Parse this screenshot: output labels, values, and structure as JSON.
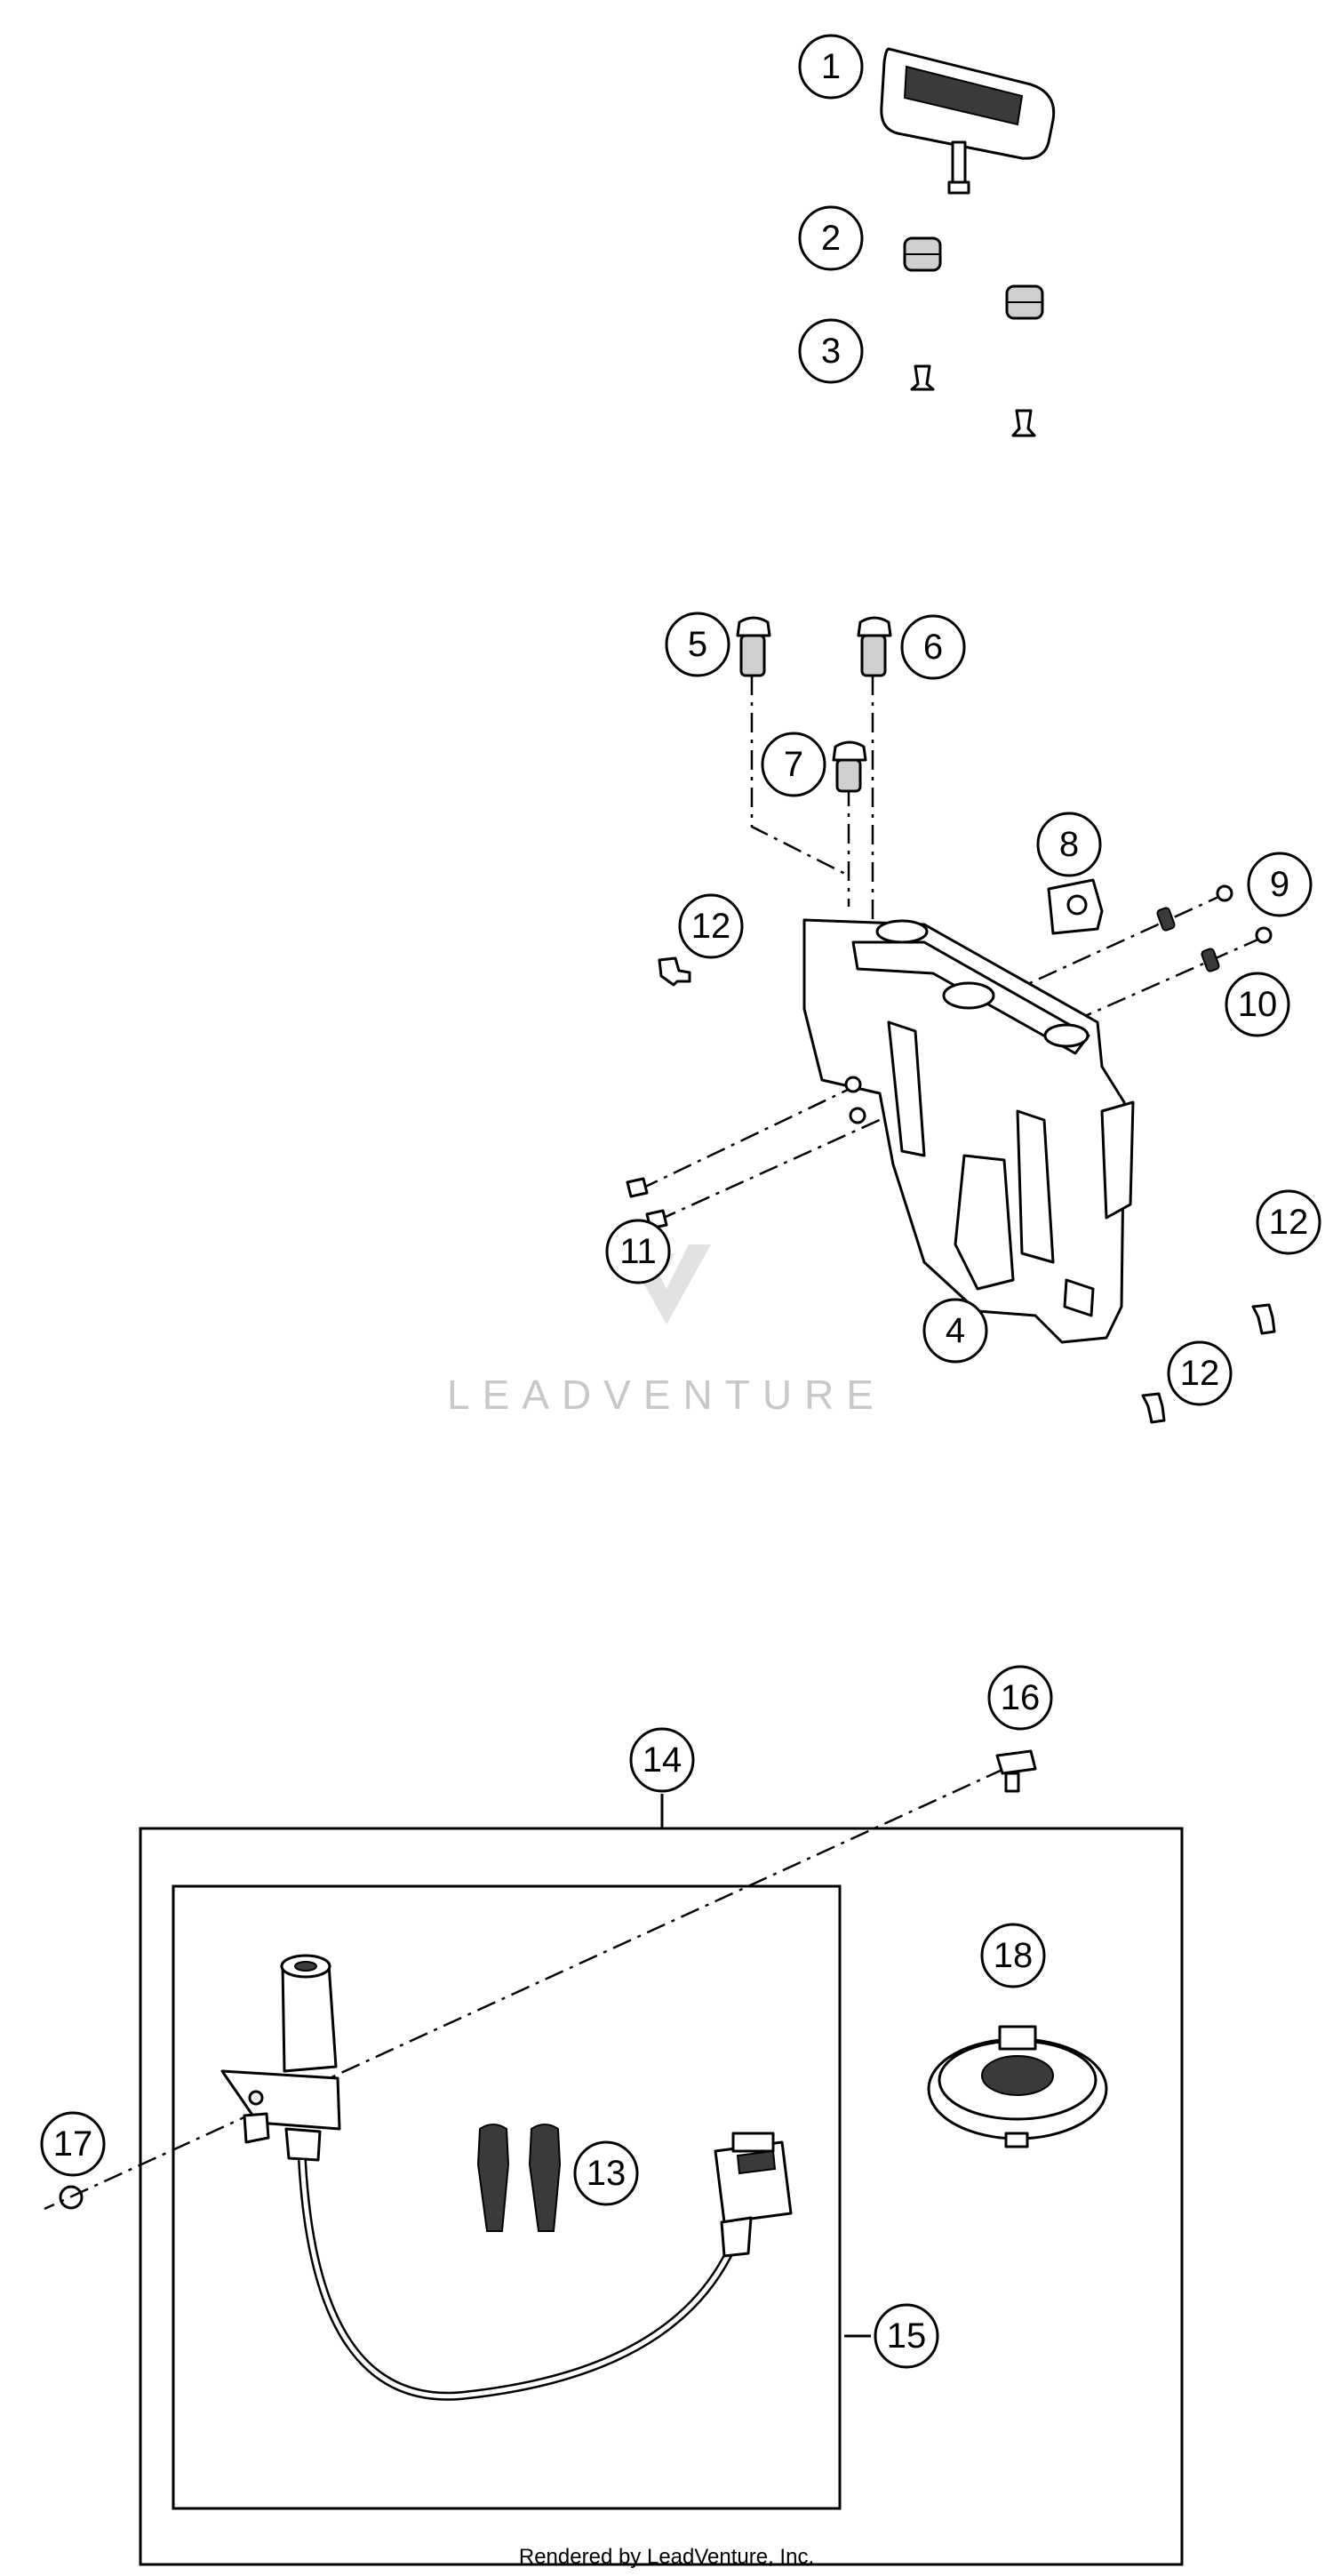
{
  "watermark": "LEADVENTURE",
  "footer": "Rendered by LeadVenture, Inc.",
  "callouts": {
    "c1": "1",
    "c2": "2",
    "c3": "3",
    "c4": "4",
    "c5": "5",
    "c6": "6",
    "c7": "7",
    "c8": "8",
    "c9": "9",
    "c10": "10",
    "c11": "11",
    "c12a": "12",
    "c12b": "12",
    "c12c": "12",
    "c13": "13",
    "c14": "14",
    "c15": "15",
    "c16": "16",
    "c17": "17",
    "c18": "18"
  }
}
